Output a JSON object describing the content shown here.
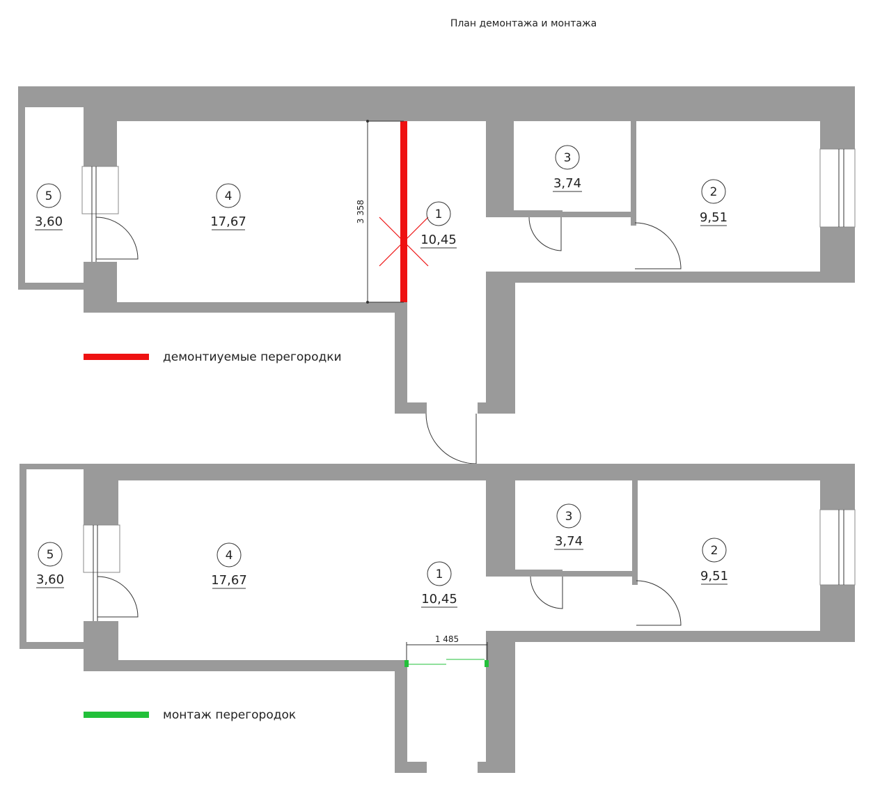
{
  "title": "План демонтажа и монтажа",
  "legend": {
    "demolition": {
      "label": "демонтиуемые перегородки",
      "color": "#ee1111"
    },
    "installation": {
      "label": "монтаж перегородок",
      "color": "#22c03a"
    }
  },
  "plan_top": {
    "rooms": [
      {
        "number": "1",
        "area": "10,45"
      },
      {
        "number": "2",
        "area": "9,51"
      },
      {
        "number": "3",
        "area": "3,74"
      },
      {
        "number": "4",
        "area": "17,67"
      },
      {
        "number": "5",
        "area": "3,60"
      }
    ],
    "dimension": "3 358"
  },
  "plan_bottom": {
    "rooms": [
      {
        "number": "1",
        "area": "10,45"
      },
      {
        "number": "2",
        "area": "9,51"
      },
      {
        "number": "3",
        "area": "3,74"
      },
      {
        "number": "4",
        "area": "17,67"
      },
      {
        "number": "5",
        "area": "3,60"
      }
    ],
    "dimension": "1 485"
  },
  "colors": {
    "wall": "#9a9a9a",
    "background": "#ffffff"
  }
}
